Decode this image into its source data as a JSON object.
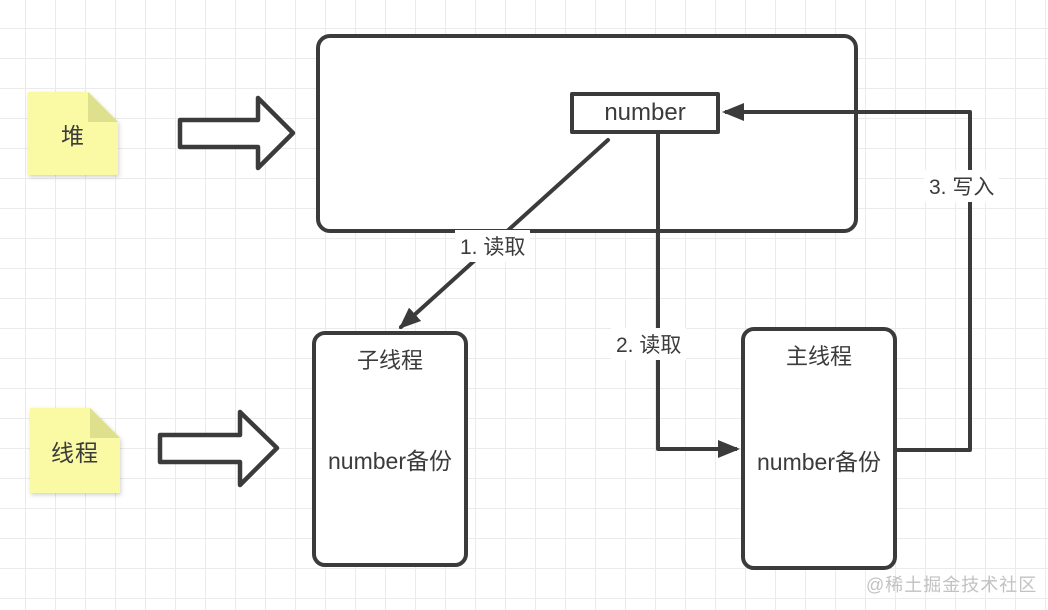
{
  "colors": {
    "stroke": "#3b3b3b",
    "grid_line": "#ebebeb",
    "sticky_note": "#fafaa5",
    "sticky_note_fold": "#dfe08d",
    "box_fill": "#ffffff",
    "watermark": "#c2c2c2"
  },
  "notes": [
    {
      "label": "堆"
    },
    {
      "label": "线程"
    }
  ],
  "heap": {
    "variable": "number"
  },
  "threads": [
    {
      "title": "子线程",
      "value": "number备份"
    },
    {
      "title": "主线程",
      "value": "number备份"
    }
  ],
  "edge_labels": {
    "read1": "1. 读取",
    "read2": "2. 读取",
    "write3": "3. 写入"
  },
  "watermark": {
    "text": "@稀土掘金技术社区"
  }
}
